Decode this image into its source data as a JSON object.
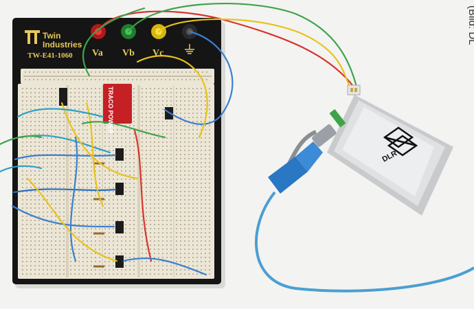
{
  "board": {
    "brand_line1": "Twin",
    "brand_line2": "Industries",
    "model": "TW-E41-1060",
    "terminals": [
      "Va",
      "Vb",
      "Vc"
    ],
    "colors": {
      "board": "#151515",
      "label": "#e8c85a"
    }
  },
  "chip_label": "TRACO POWER",
  "sensor": {
    "logo_text": "DLR",
    "logo_icon": "dlr-logo-icon"
  },
  "credit": "(Bild: DL",
  "colors": {
    "cable": "#4a9fd2",
    "connector": "#2a77c4",
    "wire_red": "#d8342c",
    "wire_green": "#3ea34a",
    "wire_yellow": "#e8c21c",
    "wire_blue": "#3a7fd0"
  }
}
